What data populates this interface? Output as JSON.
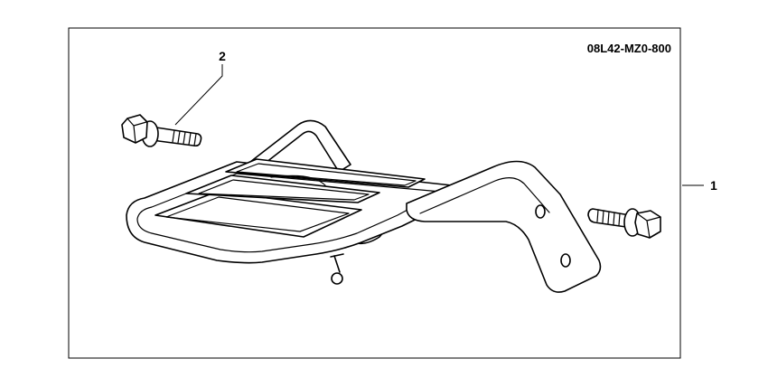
{
  "part_number": "08L42-MZ0-800",
  "callouts": {
    "rack": "1",
    "bolt": "2"
  }
}
